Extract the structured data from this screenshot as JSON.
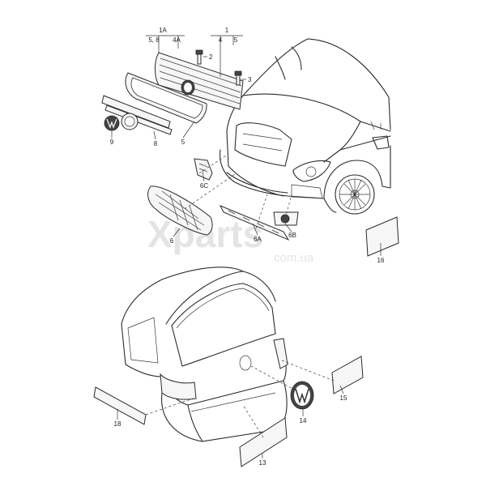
{
  "watermark": {
    "brand": "Xparts",
    "domain": "com.ua"
  },
  "callouts": {
    "c1A": "1A",
    "c58": "5, 8",
    "c4A": "4A",
    "c1": "1",
    "c4": "4",
    "c5b": "5",
    "c2": "2",
    "c3": "3",
    "c9": "9",
    "c8": "8",
    "c5": "5",
    "c6C": "6C",
    "c6": "6",
    "c6A": "6A",
    "c6B": "6B",
    "c16": "16",
    "c15": "15",
    "c14": "14",
    "c18": "18",
    "c13": "13"
  }
}
